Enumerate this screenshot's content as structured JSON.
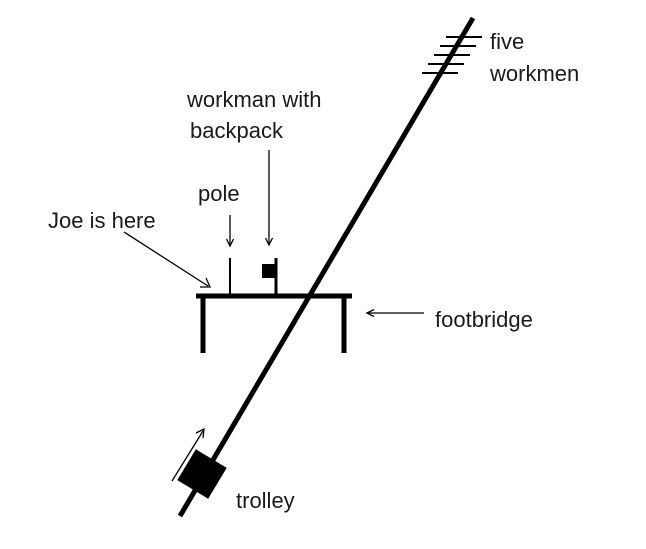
{
  "labels": {
    "five_workmen_line1": "five",
    "five_workmen_line2": "workmen",
    "workman_backpack_line1": "workman with",
    "workman_backpack_line2": "backpack",
    "pole": "pole",
    "joe": "Joe is here",
    "footbridge": "footbridge",
    "trolley": "trolley"
  },
  "colors": {
    "ink": "#000000",
    "text": "#1a1a1a",
    "background": "#ffffff"
  }
}
